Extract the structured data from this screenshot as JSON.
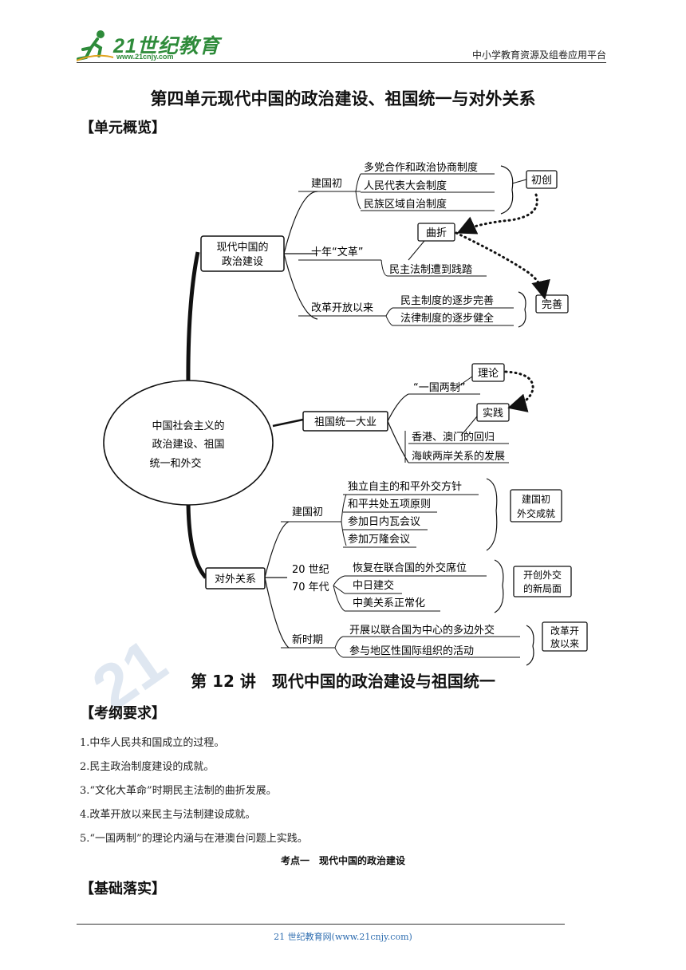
{
  "header": {
    "logo_text": "21世纪教育",
    "logo_url": "www.21cnjy.com",
    "right_text": "中小学教育资源及组卷应用平台"
  },
  "unit_title": "第四单元现代中国的政治建设、祖国统一与对外关系",
  "overview_heading": "【单元概览】",
  "mindmap": {
    "center": [
      "中国社会主义的",
      "政治建设、祖国",
      "统一和外交"
    ],
    "politics": {
      "node": [
        "现代中国的",
        "政治建设"
      ],
      "early_label": "建国初",
      "early_items": [
        "多党合作和政治协商制度",
        "人民代表大会制度",
        "民族区域自治制度"
      ],
      "early_tag": "初创",
      "culture_label": "十年“文革”",
      "culture_item": "民主法制遭到践踏",
      "culture_tag": "曲折",
      "reform_label": "改革开放以来",
      "reform_items": [
        "民主制度的逐步完善",
        "法律制度的逐步健全"
      ],
      "reform_tag": "完善"
    },
    "reunification": {
      "node": "祖国统一大业",
      "policy": "“一国两制”",
      "theory_tag": "理论",
      "practice_tag": "实践",
      "items": [
        "香港、澳门的回归",
        "海峡两岸关系的发展"
      ]
    },
    "foreign": {
      "node": "对外关系",
      "early_label": "建国初",
      "early_items": [
        "独立自主的和平外交方针",
        "和平共处五项原则",
        "参加日内瓦会议",
        "参加万隆会议"
      ],
      "early_tag": [
        "建国初",
        "外交成就"
      ],
      "seventies_label": [
        "20 世纪",
        "70 年代"
      ],
      "seventies_items": [
        "恢复在联合国的外交席位",
        "中日建交",
        "中美关系正常化"
      ],
      "seventies_tag": [
        "开创外交",
        "的新局面"
      ],
      "new_label": "新时期",
      "new_items": [
        "开展以联合国为中心的多边外交",
        "参与地区性国际组织的活动"
      ],
      "new_tag": [
        "改革开",
        "放以来"
      ]
    }
  },
  "lecture_title": "第 12 讲　现代中国的政治建设与祖国统一",
  "requirements_heading": "【考纲要求】",
  "requirements": [
    "1.中华人民共和国成立的过程。",
    "2.民主政治制度建设的成就。",
    "3.“文化大革命”时期民主法制的曲折发展。",
    "4.改革开放以来民主与法制建设成就。",
    "5.“一国两制”的理论内涵与在港澳台问题上实践。"
  ],
  "kaodian": "考点一　现代中国的政治建设",
  "basics_heading": "【基础落实】",
  "footer": "21 世纪教育网(www.21cnjy.com)",
  "watermark": "21"
}
